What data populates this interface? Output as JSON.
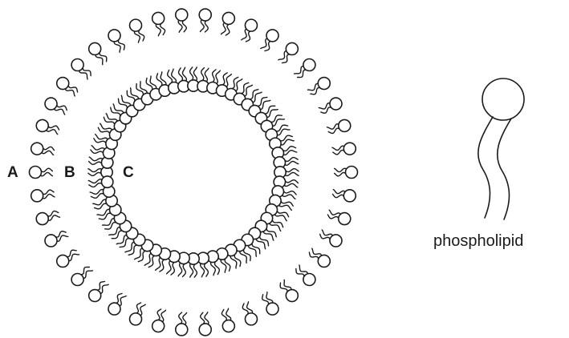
{
  "labels": {
    "a": "A",
    "b": "B",
    "c": "C",
    "phospholipid": "phospholipid"
  },
  "colors": {
    "line": "#1a1a1a",
    "background": "#ffffff"
  }
}
